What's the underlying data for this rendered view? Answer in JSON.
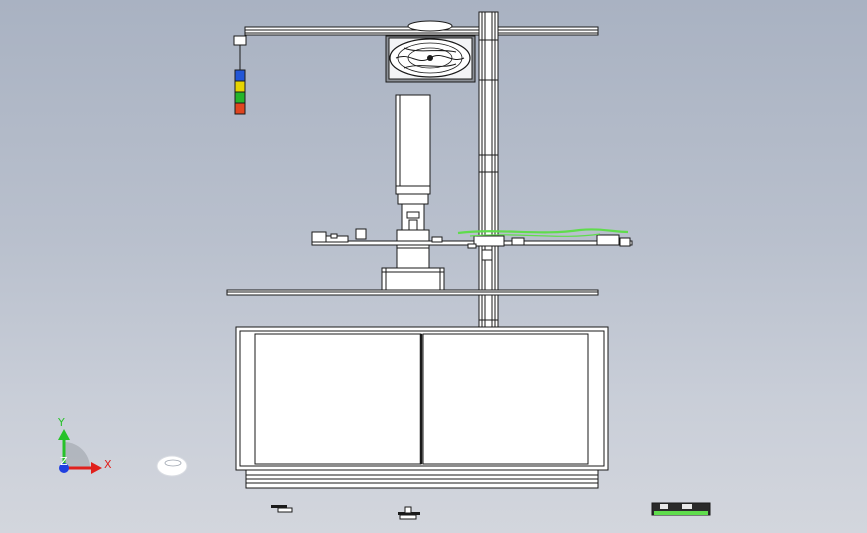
{
  "viewport": {
    "background_top": "#a9b2c2",
    "background_bottom": "#d3d6dd"
  },
  "triad": {
    "x_label": "X",
    "y_label": "Y",
    "z_label": "Z",
    "x_color": "#e0201c",
    "y_color": "#27c22a",
    "z_color": "#1f3fe0"
  },
  "signal_tower": {
    "light_colors": [
      "#2155d6",
      "#e6d400",
      "#25b52a",
      "#e0451f"
    ]
  },
  "accent": {
    "cable_green": "#5fdc4c"
  }
}
